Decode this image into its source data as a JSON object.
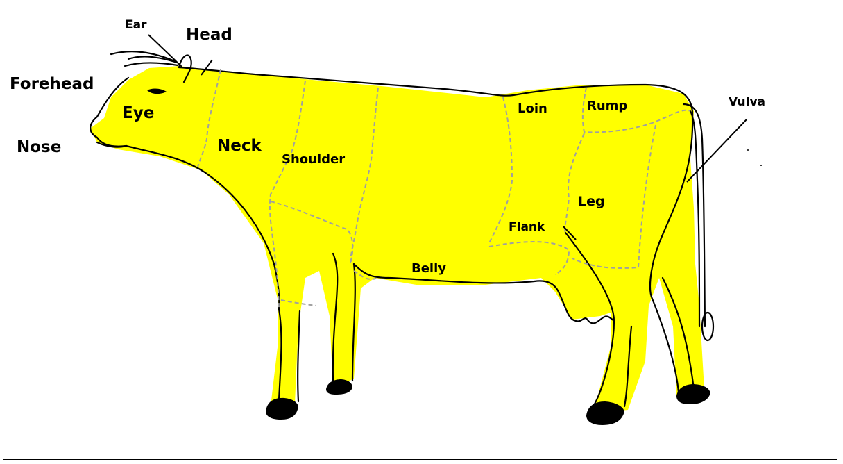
{
  "labels": {
    "ear": "Ear",
    "head": "Head",
    "forehead": "Forehead",
    "eye": "Eye",
    "nose": "Nose",
    "neck": "Neck",
    "shoulder": "Shoulder",
    "loin": "Loin",
    "rump": "Rump",
    "vulva": "Vulva",
    "leg": "Leg",
    "flank": "Flank",
    "belly": "Belly"
  },
  "colors": {
    "body_fill": "#ffff00",
    "outline": "#000000",
    "divider": "#a9a9a9",
    "hoof": "#000000",
    "background": "#ffffff"
  }
}
